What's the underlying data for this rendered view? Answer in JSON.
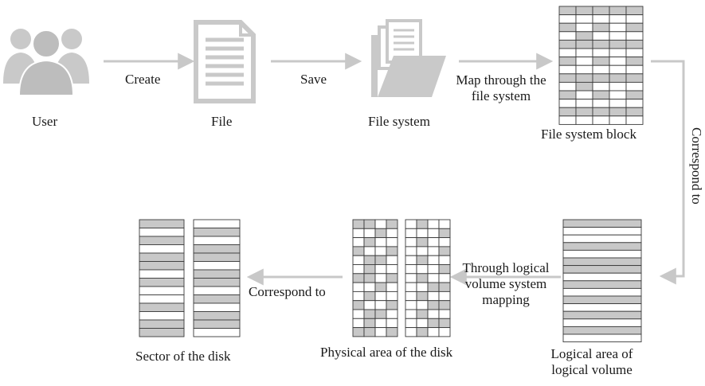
{
  "nodes": {
    "user": "User",
    "file": "File",
    "file_system": "File system",
    "file_system_block": "File system block",
    "logical_area": "Logical area of logical volume",
    "physical_area": "Physical area of the disk",
    "sector": "Sector of the disk"
  },
  "edges": {
    "create": "Create",
    "save": "Save",
    "map_fs": "Map through the file system",
    "correspond_vertical": "Correspond to",
    "logical_mapping": "Through logical volume system mapping",
    "correspond_bottom": "Correspond to"
  },
  "colors": {
    "arrow": "#c8c8c8",
    "icon": "#c9c9c9",
    "cell_fill": "#c8c8c8",
    "cell_stroke": "#3a3a3a"
  },
  "icons": [
    "users-icon",
    "document-icon",
    "folder-icon"
  ]
}
